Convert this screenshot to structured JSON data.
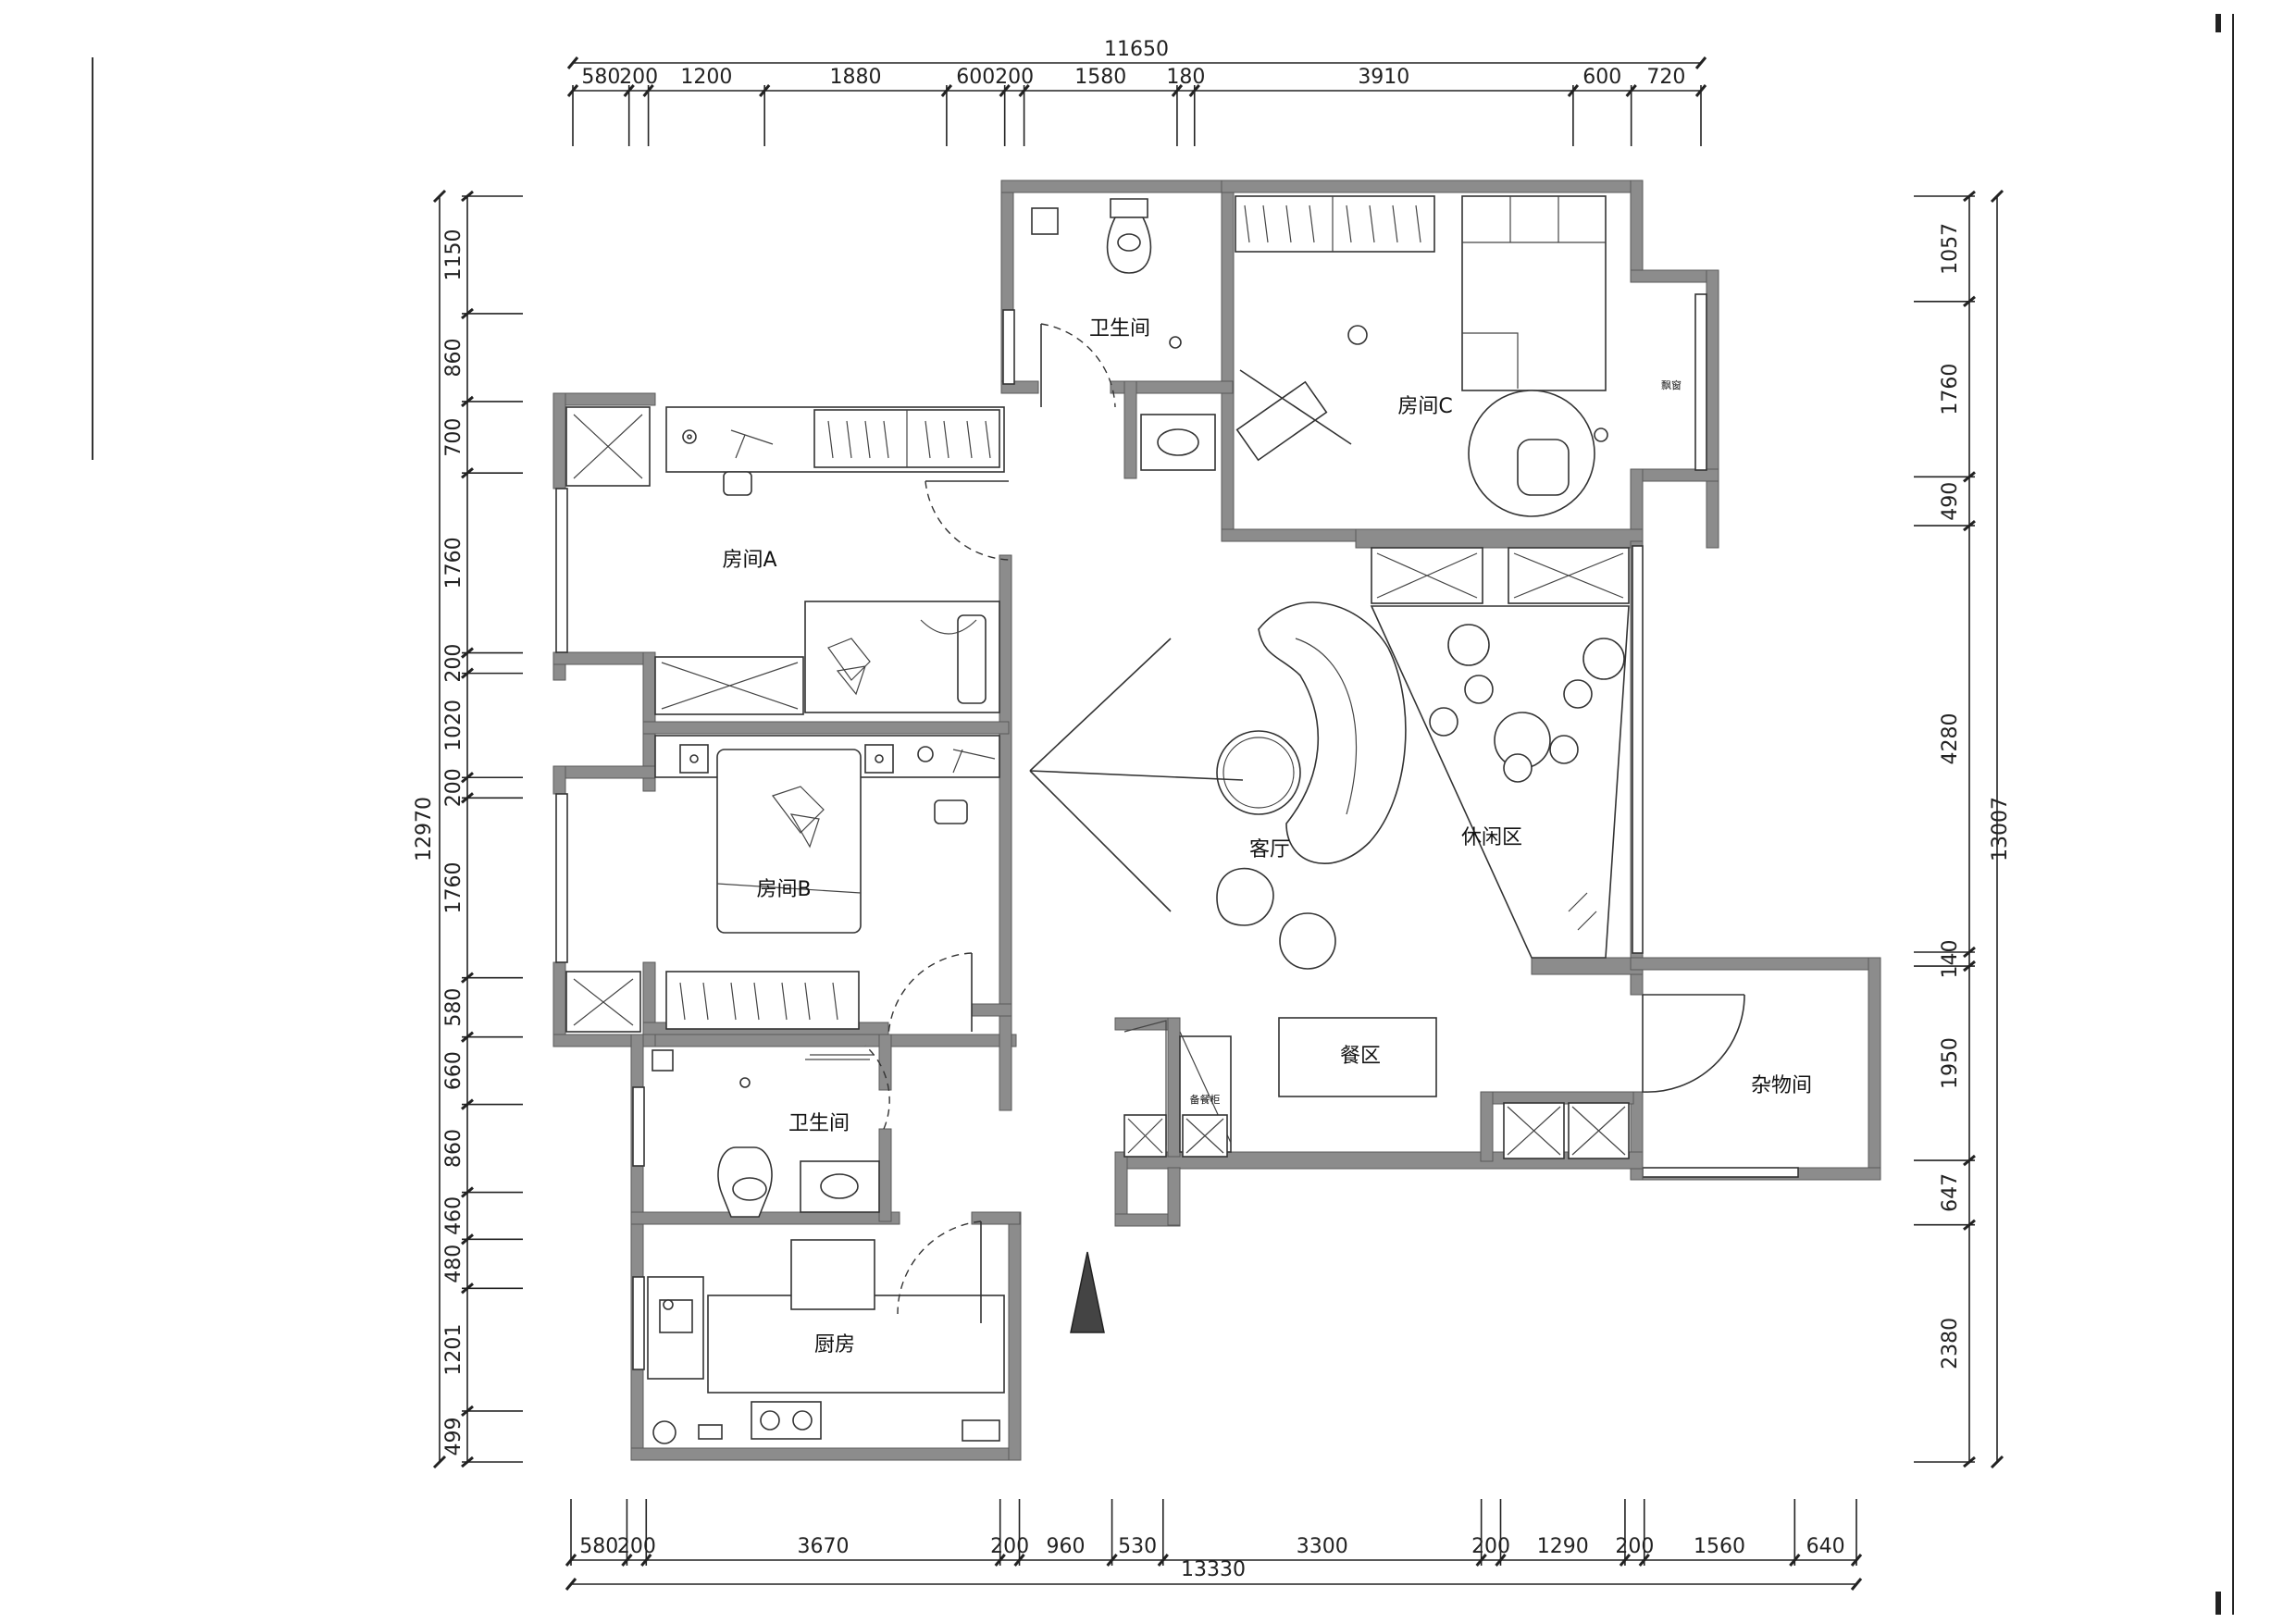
{
  "rooms": {
    "room_a": "房间A",
    "room_b": "房间B",
    "room_c": "房间C",
    "bath_top": "卫生间",
    "bath_bottom": "卫生间",
    "living": "客厅",
    "leisure": "休闲区",
    "dining": "餐区",
    "storage": "杂物间",
    "kitchen": "厨房",
    "bay_window": "飘窗",
    "sideboard": "备餐柜"
  },
  "dims_top": {
    "total": "11650",
    "segments": [
      "580",
      "200",
      "1200",
      "1880",
      "600",
      "200",
      "1580",
      "180",
      "3910",
      "600",
      "720"
    ]
  },
  "dims_bottom": {
    "total": "13330",
    "segments": [
      "580",
      "200",
      "3670",
      "200",
      "960",
      "530",
      "3300",
      "200",
      "1290",
      "200",
      "1560",
      "640"
    ]
  },
  "dims_left": {
    "total": "12970",
    "segments": [
      "1150",
      "860",
      "700",
      "1760",
      "200",
      "1020",
      "200",
      "1760",
      "580",
      "660",
      "860",
      "460",
      "480",
      "1201",
      "499"
    ]
  },
  "dims_right": {
    "total": "13007",
    "segments": [
      "1057",
      "1760",
      "490",
      "4280",
      "140",
      "1950",
      "647",
      "2380"
    ]
  }
}
